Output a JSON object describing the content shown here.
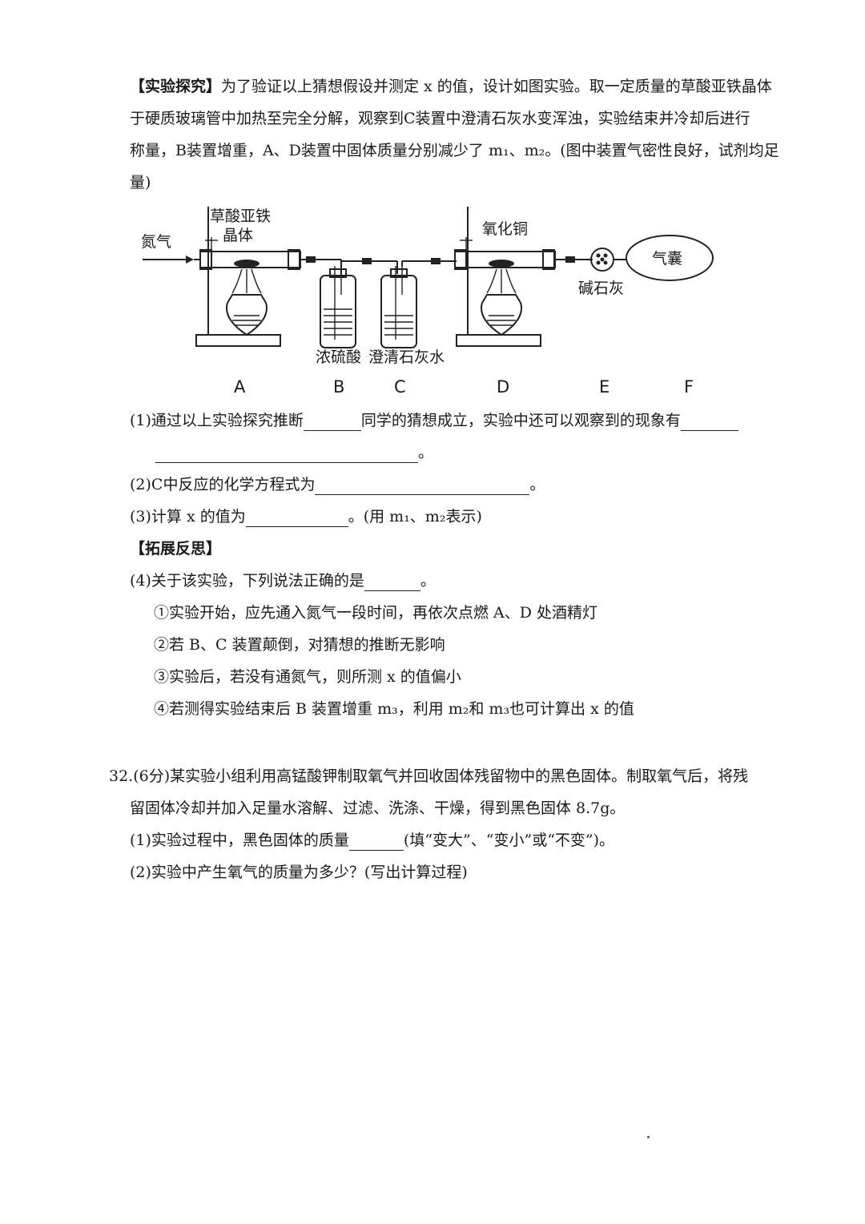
{
  "intro": {
    "tag": "【实验探究】",
    "line1": "为了验证以上猜想假设并测定 x 的值，设计如图实验。取一定质量的草酸亚铁晶体",
    "line2": "于硬质玻璃管中加热至完全分解，观察到C装置中澄清石灰水变浑浊，实验结束并冷却后进行",
    "line3": "称量，B装置增重，A、D装置中固体质量分别减少了 m₁、m₂。(图中装置气密性良好，试剂均足",
    "line4": "量)"
  },
  "diagram": {
    "nitrogen": "氮气",
    "sample_line1": "草酸亚铁",
    "sample_line2": "晶体",
    "copper_oxide": "氧化铜",
    "balloon": "气囊",
    "soda_lime": "碱石灰",
    "acid": "浓硫酸",
    "limewater": "澄清石灰水",
    "letters": [
      "A",
      "B",
      "C",
      "D",
      "E",
      "F"
    ]
  },
  "questions": {
    "q1_a": "(1)通过以上实验探究推断",
    "q1_b": "同学的猜想成立，实验中还可以观察到的现象有",
    "q1_end": "。",
    "q2_a": "(2)C中反应的化学方程式为",
    "q2_end": "。",
    "q3_a": "(3)计算 x 的值为",
    "q3_end": "。(用 m₁、m₂表示)",
    "extension": "【拓展反思】",
    "q4_a": "(4)关于该实验，下列说法正确的是",
    "q4_end": "。",
    "opt1": "①实验开始，应先通入氮气一段时间，再依次点燃 A、D 处酒精灯",
    "opt2": "②若 B、C 装置颠倒，对猜想的推断无影响",
    "opt3": "③实验后，若没有通氮气，则所测 x 的值偏小",
    "opt4": "④若测得实验结束后 B 装置增重 m₃，利用 m₂和 m₃也可计算出 x 的值"
  },
  "problem32": {
    "line1": "32.(6分)某实验小组利用高锰酸钾制取氧气并回收固体残留物中的黑色固体。制取氧气后，将残",
    "line2": "留固体冷却并加入足量水溶解、过滤、洗涤、干燥，得到黑色固体 8.7g。",
    "p1_a": "(1)实验过程中，黑色固体的质量",
    "p1_b": "(填“变大”、“变小”或“不变”)。",
    "p2": "(2)实验中产生氧气的质量为多少？(写出计算过程)"
  }
}
